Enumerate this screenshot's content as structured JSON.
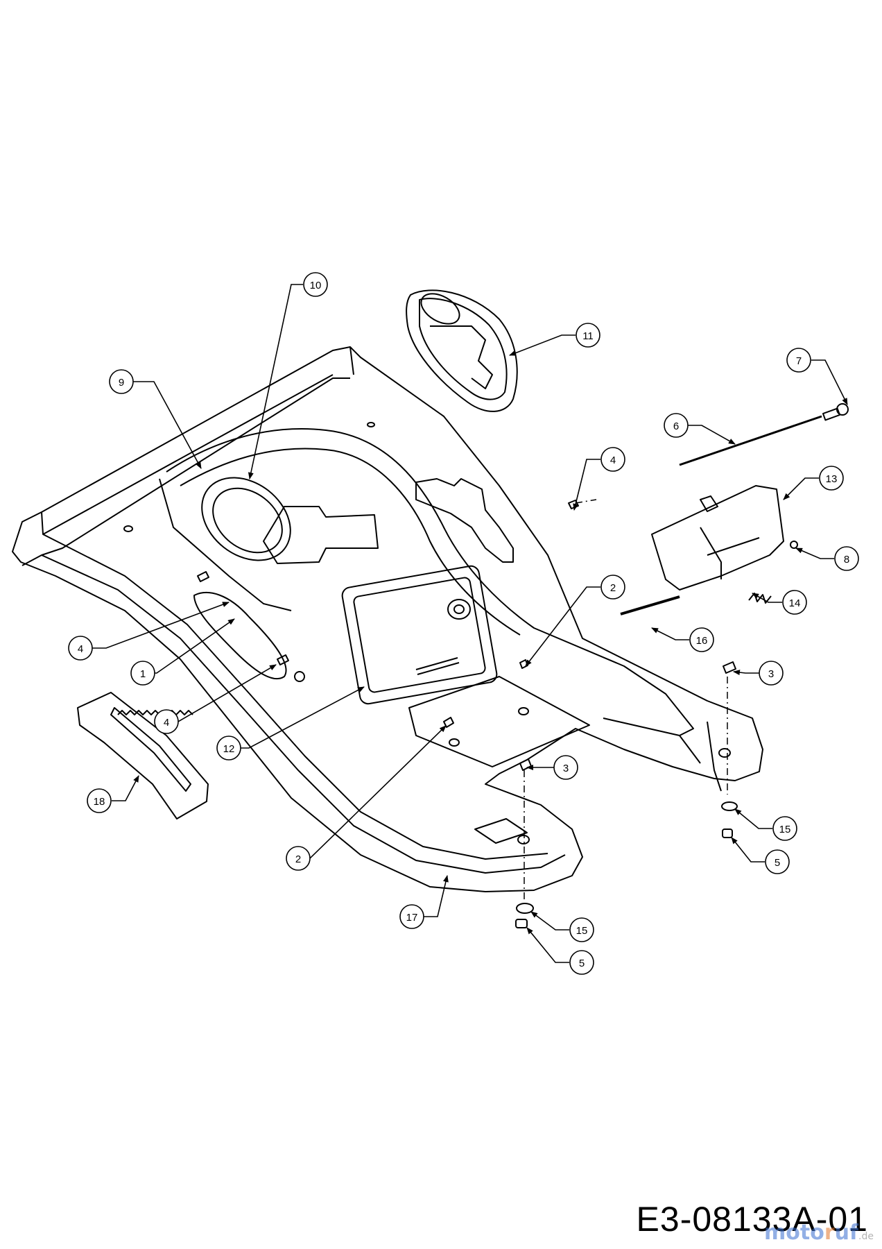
{
  "drawing_code": "E3-08133A-01",
  "watermark": {
    "prefix": "moto",
    "middle": "r",
    "suffix": "uf",
    "tld": ".de"
  },
  "callouts": [
    {
      "id": "c10",
      "label": "10"
    },
    {
      "id": "c11",
      "label": "11"
    },
    {
      "id": "c9",
      "label": "9"
    },
    {
      "id": "c7",
      "label": "7"
    },
    {
      "id": "c6",
      "label": "6"
    },
    {
      "id": "c4a",
      "label": "4"
    },
    {
      "id": "c13",
      "label": "13"
    },
    {
      "id": "c8",
      "label": "8"
    },
    {
      "id": "c2a",
      "label": "2"
    },
    {
      "id": "c4b",
      "label": "4"
    },
    {
      "id": "c14",
      "label": "14"
    },
    {
      "id": "c16",
      "label": "16"
    },
    {
      "id": "c1",
      "label": "1"
    },
    {
      "id": "c3a",
      "label": "3"
    },
    {
      "id": "c4c",
      "label": "4"
    },
    {
      "id": "c12",
      "label": "12"
    },
    {
      "id": "c3b",
      "label": "3"
    },
    {
      "id": "c18",
      "label": "18"
    },
    {
      "id": "c15a",
      "label": "15"
    },
    {
      "id": "c2b",
      "label": "2"
    },
    {
      "id": "c5a",
      "label": "5"
    },
    {
      "id": "c17",
      "label": "17"
    },
    {
      "id": "c15b",
      "label": "15"
    },
    {
      "id": "c5b",
      "label": "5"
    }
  ]
}
